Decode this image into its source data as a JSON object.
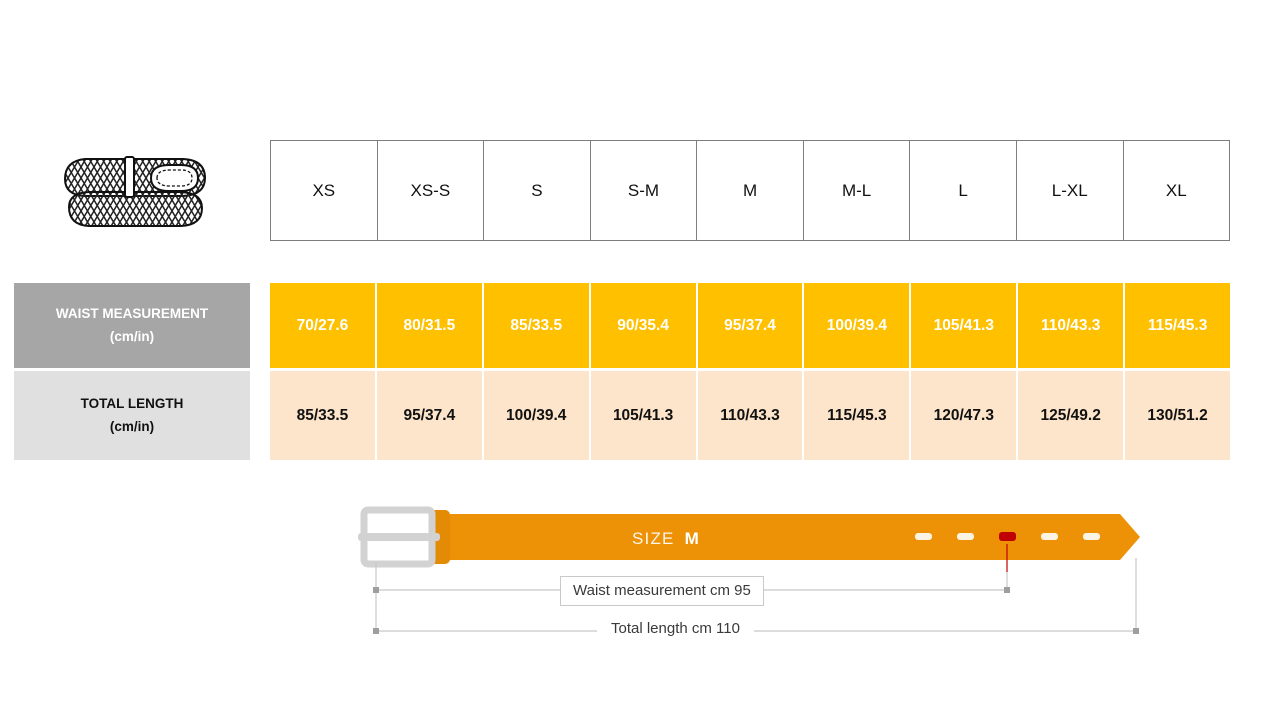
{
  "product": {
    "icon": "braided-belt-icon",
    "alt": "braided belt"
  },
  "table": {
    "sizes": [
      "XS",
      "XS-S",
      "S",
      "S-M",
      "M",
      "M-L",
      "L",
      "L-XL",
      "XL"
    ],
    "rows": [
      {
        "label_main": "WAIST MEASUREMENT",
        "label_unit": "(cm/in)",
        "values": [
          "70/27.6",
          "80/31.5",
          "85/33.5",
          "90/35.4",
          "95/37.4",
          "100/39.4",
          "105/41.3",
          "110/43.3",
          "115/45.3"
        ],
        "bg": "#FFC000",
        "text_color": "#FFFFFF",
        "label_bg": "#A6A6A6",
        "label_color": "#FFFFFF"
      },
      {
        "label_main": "TOTAL LENGTH",
        "label_unit": "(cm/in)",
        "values": [
          "85/33.5",
          "95/37.4",
          "100/39.4",
          "105/41.3",
          "110/43.3",
          "115/45.3",
          "120/47.3",
          "125/49.2",
          "130/51.2"
        ],
        "bg": "#FCE5CA",
        "text_color": "#111111",
        "label_bg": "#E0E0E0",
        "label_color": "#111111"
      }
    ]
  },
  "diagram": {
    "size_word": "SIZE",
    "size_value": "M",
    "waist_label": "Waist measurement cm 95",
    "total_label": "Total length cm 110",
    "belt_color": "#ED9106",
    "buckle_color": "#D9D9D9",
    "active_hole_color": "#C00000",
    "holes": 5,
    "active_hole_index": 3
  }
}
